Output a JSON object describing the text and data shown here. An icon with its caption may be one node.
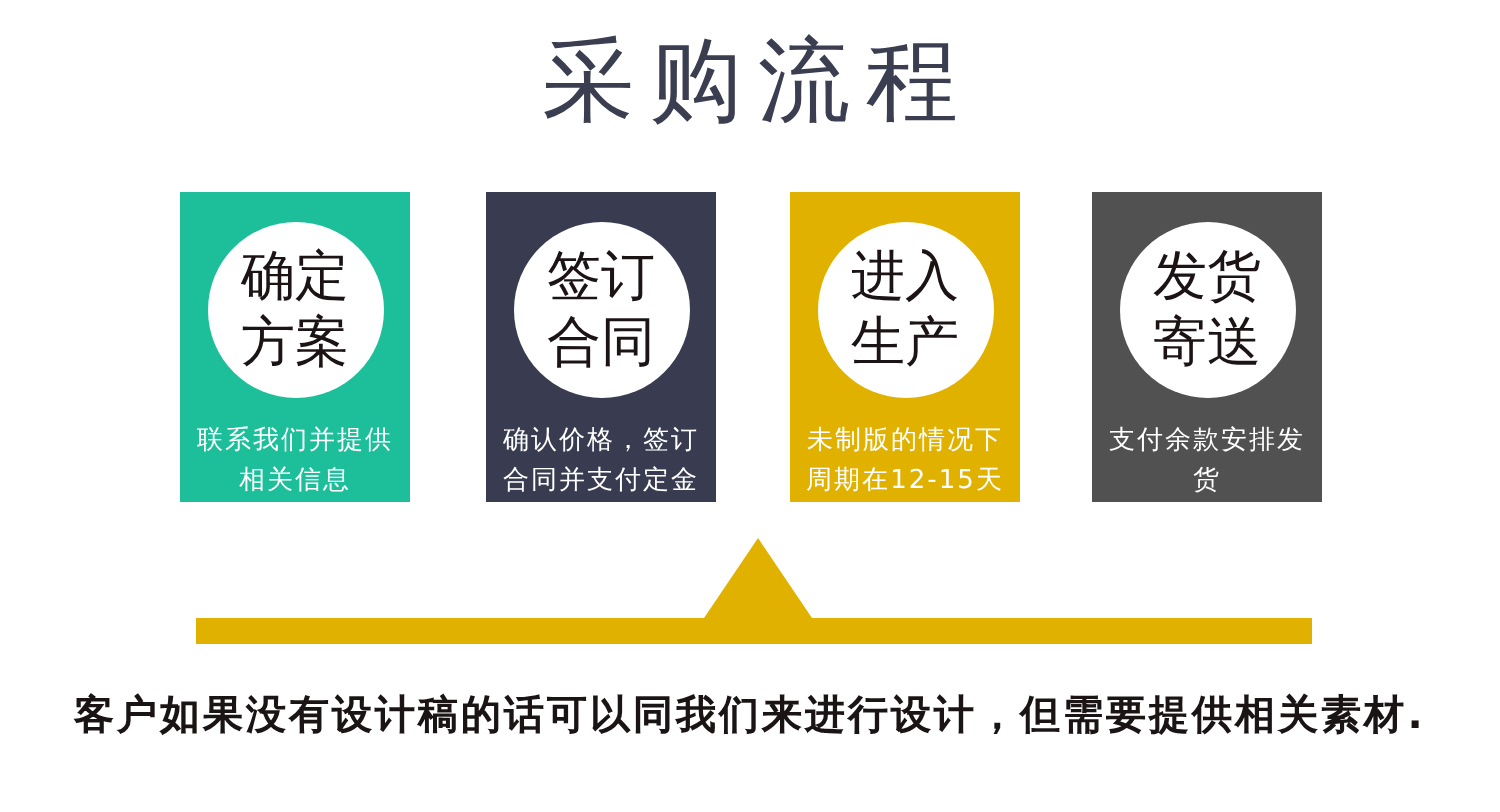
{
  "diagram": {
    "title": "采购流程",
    "nodes": [
      {
        "text": [
          "联系我们并提供相关信息"
        ]
      },
      {
        "text": [
          "确定方案"
        ],
        "in": 0
      },
      {
        "text": [
          "确认价格，签订合同并支付定金"
        ]
      },
      {
        "text": [
          "签订合同"
        ],
        "in": 2
      },
      {
        "text": [
          "未制版的情况下周期在12-15天"
        ]
      },
      {
        "text": [
          "进入生产"
        ],
        "in": 4
      },
      {
        "text": [
          "支付余款安排发货"
        ]
      },
      {
        "text": [
          "发货寄送"
        ],
        "in": 6
      },
      {
        "text": [],
        "shape": "bar"
      }
    ],
    "labels": [
      "客户如果没有设计稿的话可以同我们来进行设计，但需要提供相关素材."
    ]
  }
}
